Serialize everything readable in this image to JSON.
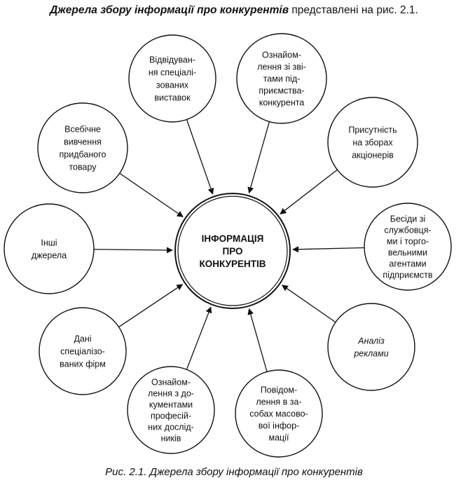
{
  "heading": {
    "highlight": "Джерела збору інформації про конкурентів",
    "rest": " представлені на рис. 2.1."
  },
  "center": {
    "lines": [
      "ІНФОРМАЦІЯ",
      "ПРО",
      "КОНКУРЕНТІВ"
    ]
  },
  "nodes": [
    {
      "id": "exhibitions",
      "lines": [
        "Відвідуван-",
        "ня спеціалі-",
        "зованих",
        "виставок"
      ]
    },
    {
      "id": "competitor-reports",
      "lines": [
        "Ознайом-",
        "лення зі зві-",
        "тами під-",
        "приємства-",
        "конкурента"
      ]
    },
    {
      "id": "shareholder-meetings",
      "lines": [
        "Присутність",
        "на зборах",
        "акціонерів"
      ]
    },
    {
      "id": "employee-talks",
      "lines": [
        "Бесіди зі",
        "службовця-",
        "ми і торго-",
        "вельними",
        "агентами",
        "підприємств"
      ]
    },
    {
      "id": "ad-analysis",
      "lines": [
        "Аналіз",
        "реклами"
      ]
    },
    {
      "id": "mass-media",
      "lines": [
        "Повідом-",
        "лення в за-",
        "собах масово-",
        "вої інфор-",
        "мації"
      ]
    },
    {
      "id": "research-docs",
      "lines": [
        "Ознайом-",
        "лення з до-",
        "кументами",
        "професій-",
        "них дослід-",
        "ників"
      ]
    },
    {
      "id": "specialized-firms",
      "lines": [
        "Дані",
        "спеціалізо-",
        "ваних фірм"
      ]
    },
    {
      "id": "other-sources",
      "lines": [
        "Інші",
        "джерела"
      ]
    },
    {
      "id": "product-study",
      "lines": [
        "Всебічне",
        "вивчення",
        "придбаного",
        "товару"
      ]
    }
  ],
  "caption": "Рис. 2.1. Джерела збору інформації про конкурентів"
}
